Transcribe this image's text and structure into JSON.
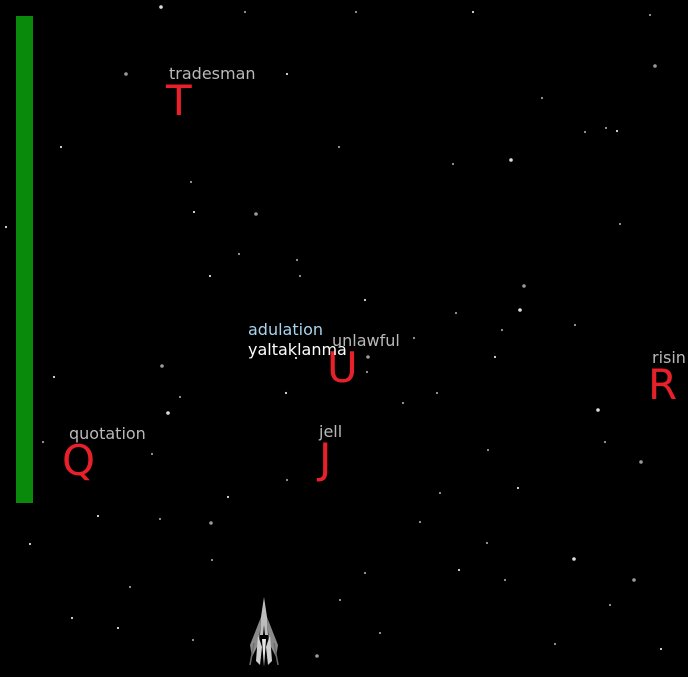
{
  "player": {
    "health_fraction": 1.0,
    "health_color": "#0a8a0a"
  },
  "prompt": {
    "word": "adulation",
    "translation": "yaltaklanma"
  },
  "targets": [
    {
      "id": "t",
      "word": "tradesman",
      "letter": "T"
    },
    {
      "id": "u",
      "word": "unlawful",
      "letter": "U"
    },
    {
      "id": "r",
      "word": "risin",
      "letter": "R"
    },
    {
      "id": "q",
      "word": "quotation",
      "letter": "Q"
    },
    {
      "id": "j",
      "word": "jell",
      "letter": "J"
    }
  ],
  "colors": {
    "background": "#000000",
    "letter": "#e8202a",
    "word": "#b9b9b9",
    "prompt_word": "#a9d4ee",
    "prompt_translation": "#ffffff"
  },
  "icons": {
    "ship": "spaceship-icon"
  }
}
